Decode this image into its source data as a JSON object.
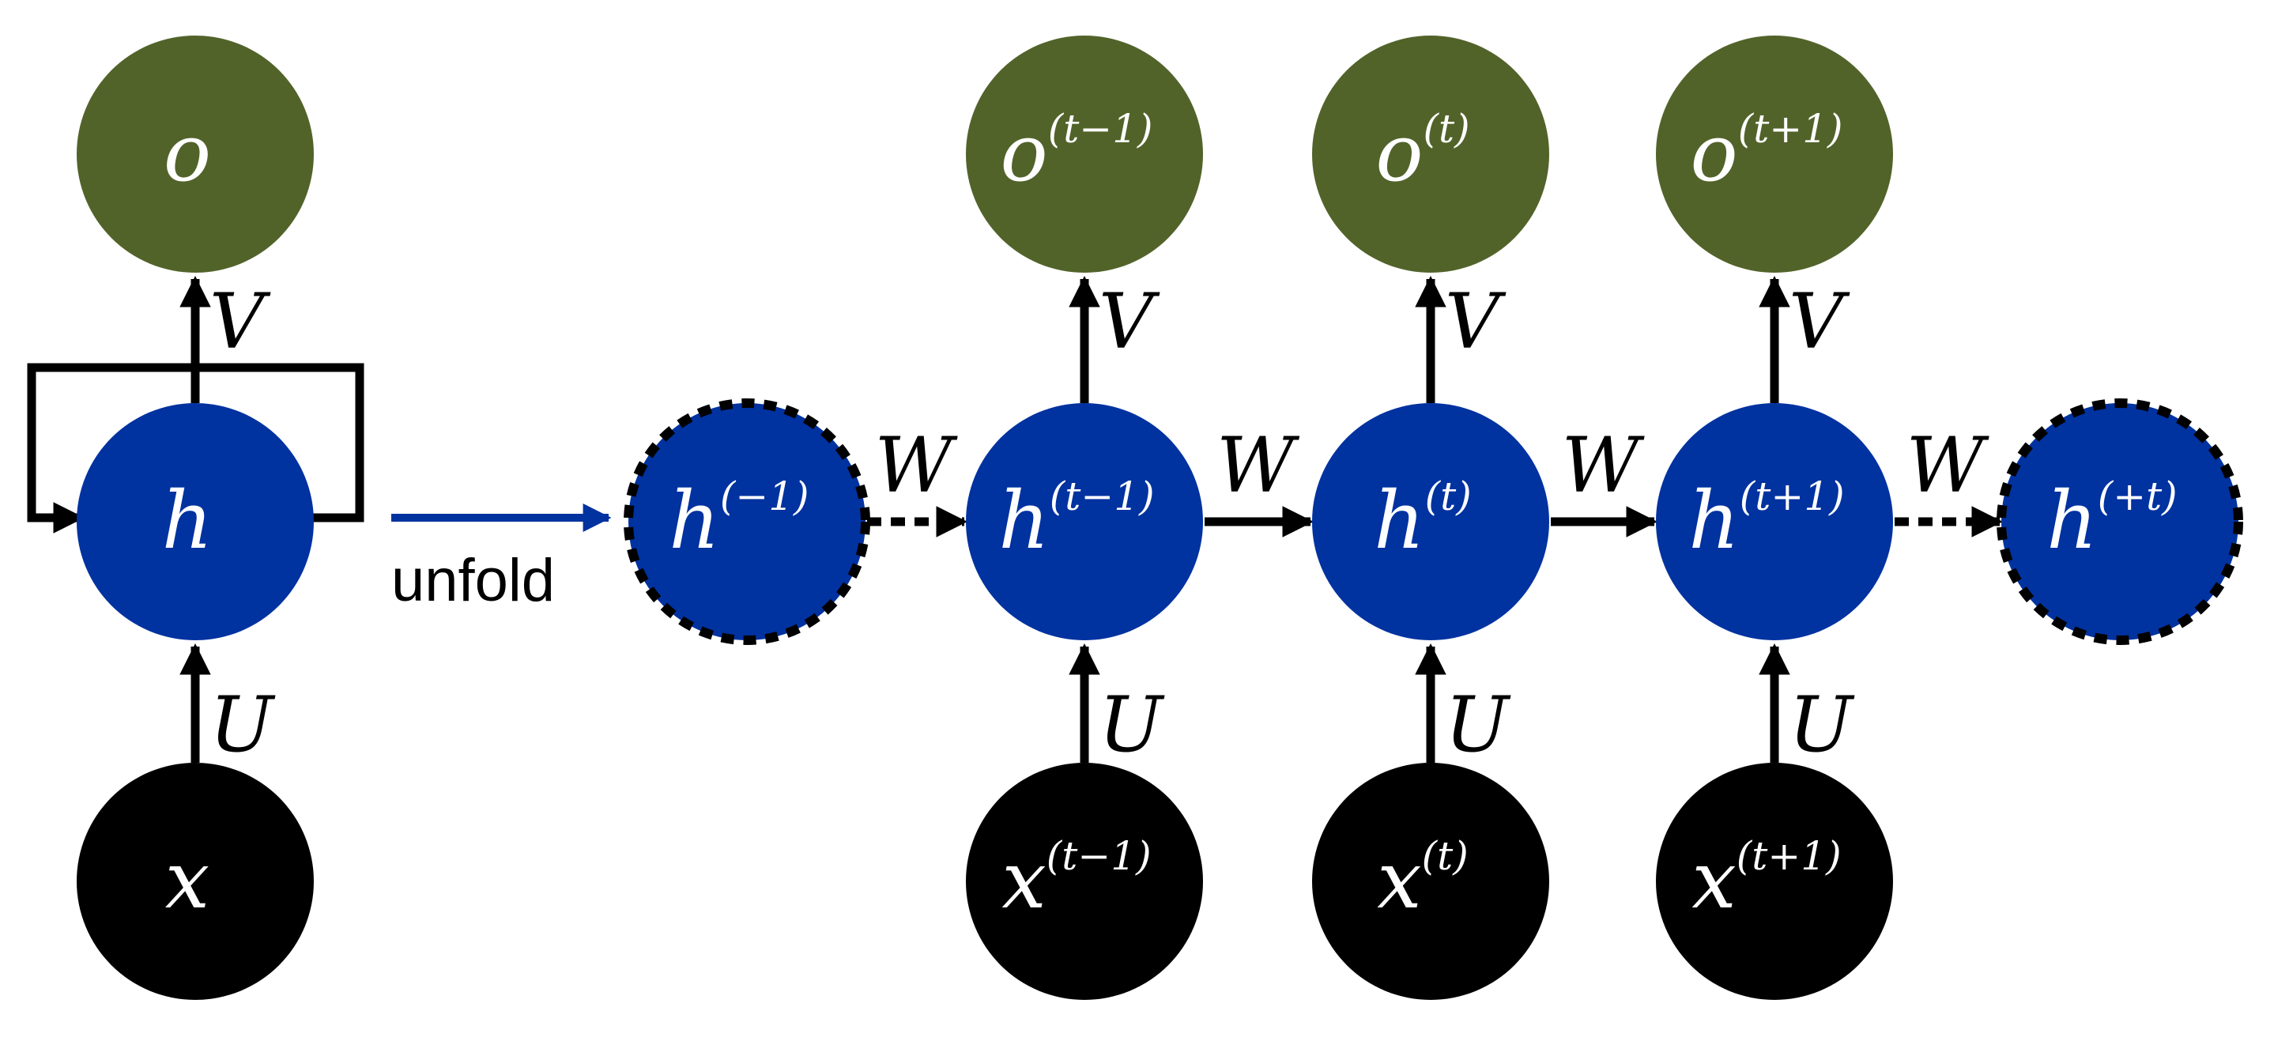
{
  "colors": {
    "output": "#52632A",
    "hidden": "#0032A0",
    "input": "#000000",
    "arrow": "#000000",
    "unfold_arrow": "#0032A0",
    "label_on_node": "#ffffff"
  },
  "folded": {
    "output": {
      "base": "o",
      "sup": ""
    },
    "hidden": {
      "base": "h",
      "sup": ""
    },
    "input": {
      "base": "x",
      "sup": ""
    },
    "weights": {
      "V": "V",
      "U": "U"
    }
  },
  "unfold_label": "unfold",
  "unfolded": {
    "boundary_left": {
      "base": "h",
      "sup": "(−1)",
      "dashed": true
    },
    "boundary_right": {
      "base": "h",
      "sup": "(+t)",
      "dashed": true
    },
    "steps": [
      {
        "output": {
          "base": "o",
          "sup": "(t−1)"
        },
        "hidden": {
          "base": "h",
          "sup": "(t−1)"
        },
        "input": {
          "base": "x",
          "sup": "(t−1)"
        },
        "V": "V",
        "U": "U"
      },
      {
        "output": {
          "base": "o",
          "sup": "(t)"
        },
        "hidden": {
          "base": "h",
          "sup": "(t)"
        },
        "input": {
          "base": "x",
          "sup": "(t)"
        },
        "V": "V",
        "U": "U"
      },
      {
        "output": {
          "base": "o",
          "sup": "(t+1)"
        },
        "hidden": {
          "base": "h",
          "sup": "(t+1)"
        },
        "input": {
          "base": "x",
          "sup": "(t+1)"
        },
        "V": "V",
        "U": "U"
      }
    ],
    "recurrent_weights": [
      {
        "label": "W",
        "dashed": true
      },
      {
        "label": "W",
        "dashed": false
      },
      {
        "label": "W",
        "dashed": false
      },
      {
        "label": "W",
        "dashed": true
      }
    ]
  }
}
